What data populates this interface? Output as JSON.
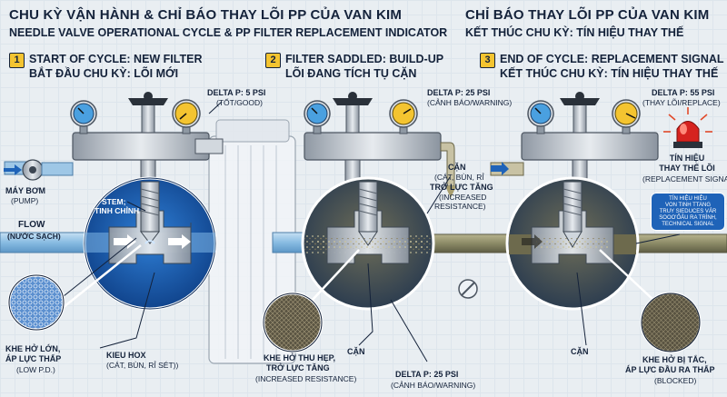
{
  "header": {
    "title_left_vi": "CHU KỲ VẬN HÀNH & CHỈ BÁO THAY LÕI PP CỦA VAN KIM",
    "title_left_en": "NEEDLE VALVE OPERATIONAL CYCLE & PP FILTER REPLACEMENT INDICATOR",
    "title_right_vi": "CHỈ BÁO THAY LÕI PP CỦA VAN KIM",
    "title_right_sub": "KẾT THÚC CHU KỲ: TÍN HIỆU THAY THẾ"
  },
  "stages": [
    {
      "num": "1",
      "title_en": "START OF CYCLE: NEW FILTER",
      "title_vi": "BẮT ĐẦU CHU KỲ: LÕI MỚI",
      "delta": "DELTA P: 5 PSI",
      "delta_note": "(TỐT/GOOD)"
    },
    {
      "num": "2",
      "title_en": "FILTER SADDLED: BUILD-UP",
      "title_vi": "LÕI ĐANG TÍCH TỤ CẶN",
      "delta": "DELTA P: 25 PSI",
      "delta_note": "(CẢNH BÁO/WARNING)"
    },
    {
      "num": "3",
      "title_en": "END OF CYCLE: REPLACEMENT SIGNAL",
      "title_vi": "KẾT THÚC CHU KỲ: TÍN HIỆU THAY THẾ",
      "delta": "DELTA P: 55 PSI",
      "delta_note": "(THAY LÕI/REPLACE)"
    }
  ],
  "labels": {
    "pump": "MÁY BƠM",
    "pump_en": "(PUMP)",
    "stem_1": "STEM;",
    "stem_2": "TINH CHỈNH",
    "flow": "FLOW",
    "flow_vi": "(NƯỚC SẠCH)",
    "gap_large_1": "KHE HỞ LỚN,",
    "gap_large_2": "ÁP LỰC THẤP",
    "gap_large_en": "(LOW P.D.)",
    "kieu_hox": "KIEU HOX",
    "kieu_hox_sub": "(CÁT, BÙN, RỈ SÉT))",
    "sediment_1": "CẶN",
    "sediment_2": "(CÁT, BÙN, RỈ",
    "sediment_3": "TRỞ LỰC TĂNG",
    "sediment_4": "(INCREASED",
    "sediment_5": "RESISTANCE)",
    "gap_narrow_1": "KHE HỞ THU HẸP,",
    "gap_narrow_2": "TRỞ LỰC TĂNG",
    "gap_narrow_en": "(INCREASED RESISTANCE)",
    "can_mid": "CẶN",
    "delta_bottom": "DELTA P: 25 PSI",
    "delta_bottom_note": "(CẢNH BÁO/WARNING)",
    "signal_1": "TÍN HIỆU",
    "signal_2": "THAY THẾ LÕI",
    "signal_en": "(REPLACEMENT SIGNAL)",
    "tag_1": "TÍN HIỆU HIỆU",
    "tag_2": "VON TINH TTANG",
    "tag_3": "TRUY SIEDUCES VẢR",
    "tag_4": "SOOO'ỐẢU RA TRÌNH,",
    "tag_5": "TECHNICAL SIGNAL",
    "can_right": "CẶN",
    "gap_blocked_1": "KHE HỞ BỊ TẮC,",
    "gap_blocked_2": "ÁP LỰC ĐẦU RA THẤP",
    "gap_blocked_en": "(BLOCKED)"
  },
  "colors": {
    "blue": "#1f63b8",
    "navy": "#14223a",
    "yellow": "#f4c430",
    "red": "#d6231f",
    "pipe": "#9ec7e6",
    "dirty": "#8b8a66"
  }
}
